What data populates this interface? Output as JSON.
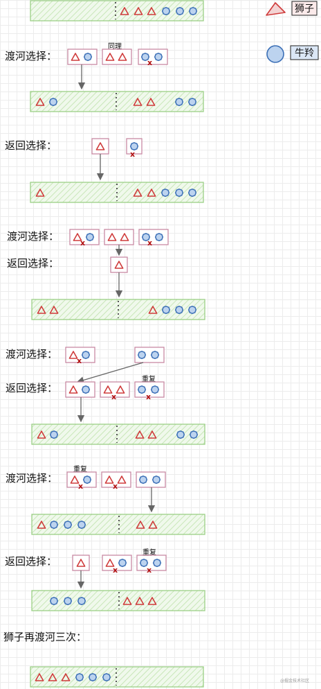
{
  "legend": {
    "lion": "狮子",
    "ox": "牛羚"
  },
  "labels": {
    "cross_1": "渡河选择：",
    "back_1": "返回选择：",
    "cross_2": "渡河选择：",
    "back_2": "返回选择：",
    "cross_3": "渡河选择：",
    "back_3": "返回选择：",
    "cross_4": "渡河选择：",
    "back_4": "返回选择：",
    "final": "狮子再渡河三次："
  },
  "notes": {
    "same": "同理",
    "repeat_1": "重复",
    "repeat_2": "重复",
    "repeat_3": "重复"
  },
  "marks": {
    "reject": "x"
  },
  "watermark": "@掘金技术社区",
  "colors": {
    "lion": "#cf3b3b",
    "ox": "#3b6fb6",
    "ox_fill": "#bcd3ef",
    "water_border": "#9ccf86",
    "reject_mark": "#b10f0f"
  }
}
